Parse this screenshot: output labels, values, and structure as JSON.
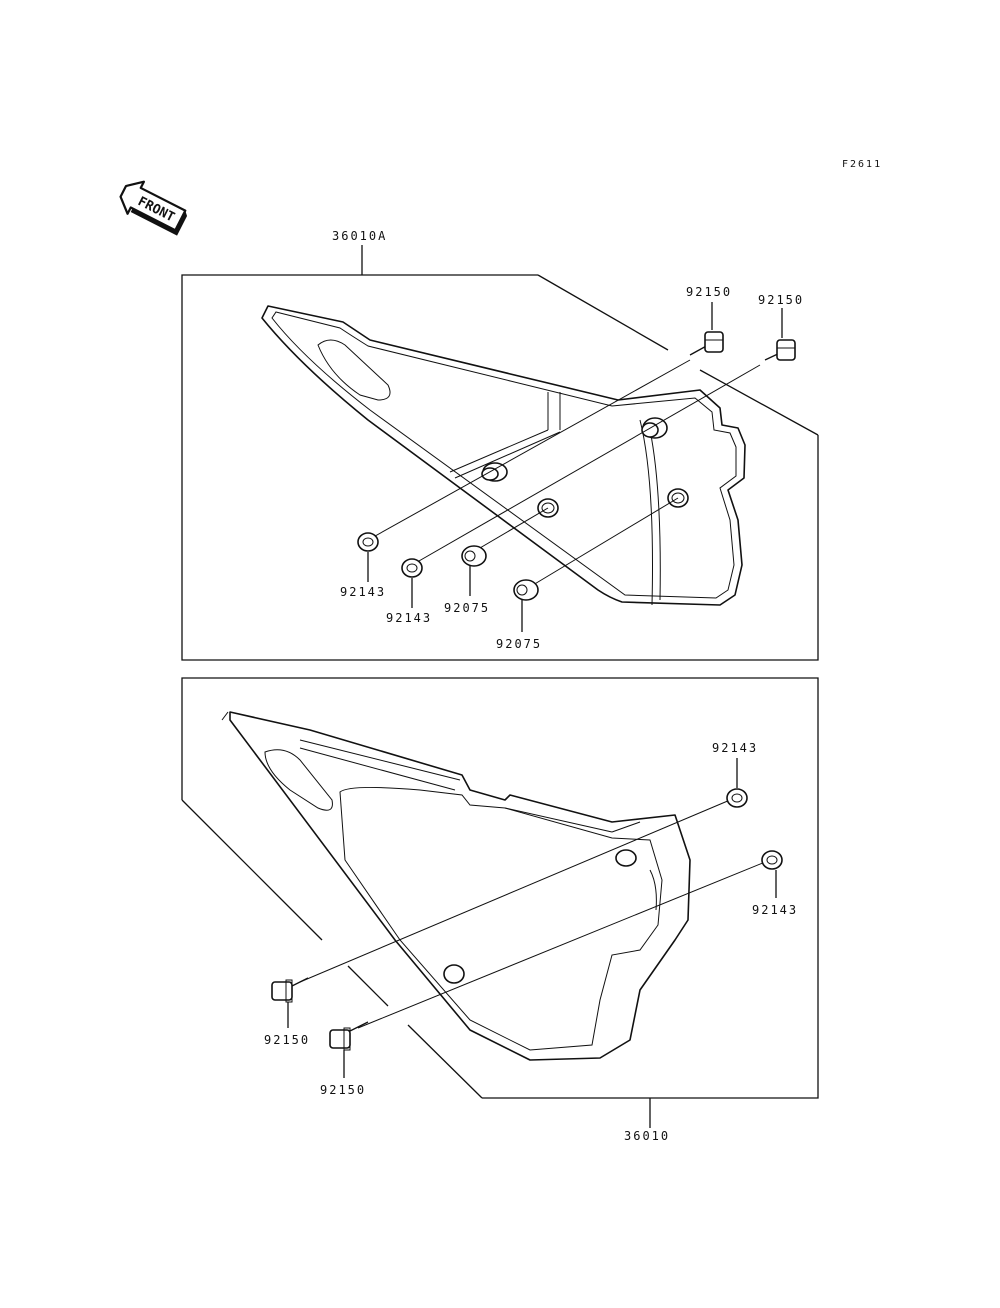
{
  "figure_code": "F2611",
  "front_arrow_text": "FRONT",
  "upper_assembly": {
    "cover_part_number": "36010A",
    "labels": {
      "bolt_a": "92150",
      "bolt_b": "92150",
      "washer_a": "92143",
      "washer_b": "92143",
      "grommet_a": "92075",
      "grommet_b": "92075"
    }
  },
  "lower_assembly": {
    "cover_part_number": "36010",
    "labels": {
      "washer_a": "92143",
      "washer_b": "92143",
      "bolt_a": "92150",
      "bolt_b": "92150"
    }
  },
  "icons": [
    "front-arrow-icon"
  ]
}
